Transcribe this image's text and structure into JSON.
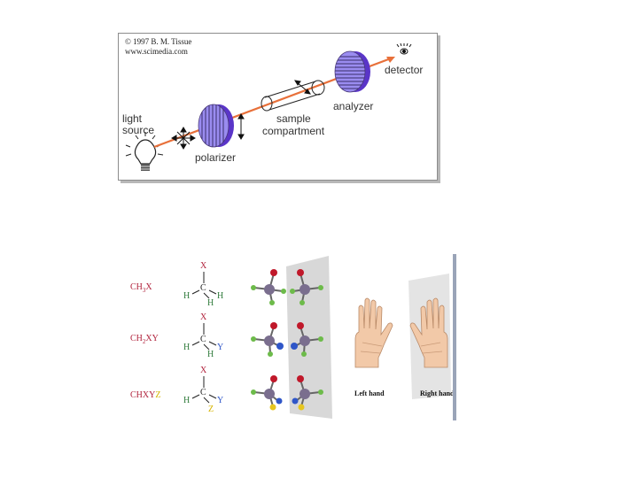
{
  "polarimeter": {
    "copyright_line1": "© 1997 B. M. Tissue",
    "copyright_line2": "www.scimedia.com",
    "labels": {
      "light_line1": "light",
      "light_line2": "source",
      "polarizer": "polarizer",
      "sample_line1": "sample",
      "sample_line2": "compartment",
      "analyzer": "analyzer",
      "detector": "detector"
    },
    "colors": {
      "beam": "#e8703a",
      "filter_face": "#9a8cf0",
      "filter_rim": "#5a35c8"
    }
  },
  "chirality": {
    "rows": [
      {
        "formula": "CH3X",
        "top": "X",
        "center": "C",
        "left": "H",
        "right": "H",
        "bottom": "H"
      },
      {
        "formula": "CH2XY",
        "top": "X",
        "center": "C",
        "left": "H",
        "right": "Y",
        "bottom": "H"
      },
      {
        "formula": "CHXYZ",
        "formula_main": "CHXY",
        "formula_z": "Z",
        "top": "X",
        "center": "C",
        "left": "H",
        "right": "Y",
        "bottom": "Z"
      }
    ],
    "hands": {
      "left": "Left hand",
      "right": "Right hand"
    },
    "colors": {
      "x_atom": "#c0182a",
      "h_atom": "#6dbb4a",
      "y_atom": "#2f56c8",
      "z_atom": "#e6c620",
      "carbon": "#7a6e8e",
      "mirror": "#d8d8d8"
    }
  }
}
